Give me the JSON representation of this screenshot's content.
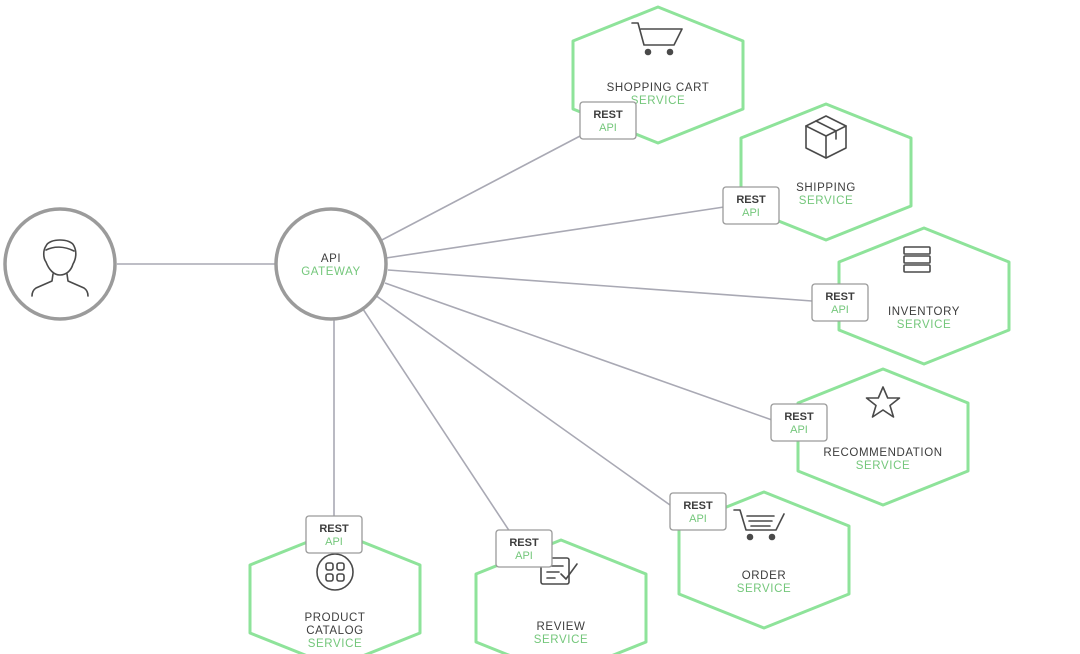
{
  "gateway": {
    "line1": "API",
    "line2": "GATEWAY"
  },
  "client": {
    "icon": "user-icon"
  },
  "rest_api": {
    "line1": "REST",
    "line2": "API"
  },
  "services": [
    {
      "key": "shopping-cart",
      "name_line1": "SHOPPING CART",
      "name_line2": "",
      "label": "SERVICE",
      "icon": "cart-icon"
    },
    {
      "key": "shipping",
      "name_line1": "SHIPPING",
      "name_line2": "",
      "label": "SERVICE",
      "icon": "box-icon"
    },
    {
      "key": "inventory",
      "name_line1": "INVENTORY",
      "name_line2": "",
      "label": "SERVICE",
      "icon": "stack-icon"
    },
    {
      "key": "recommendation",
      "name_line1": "RECOMMENDATION",
      "name_line2": "",
      "label": "SERVICE",
      "icon": "star-icon"
    },
    {
      "key": "order",
      "name_line1": "ORDER",
      "name_line2": "",
      "label": "SERVICE",
      "icon": "order-cart-icon"
    },
    {
      "key": "review",
      "name_line1": "REVIEW",
      "name_line2": "",
      "label": "SERVICE",
      "icon": "review-icon"
    },
    {
      "key": "product-catalog",
      "name_line1": "PRODUCT",
      "name_line2": "CATALOG",
      "label": "SERVICE",
      "icon": "grid-icon"
    }
  ],
  "colors": {
    "accent_green": "#8ee39a",
    "label_green": "#74c77b",
    "connector_gray": "#a9a9b4",
    "text_dark": "#3d3d3d"
  }
}
